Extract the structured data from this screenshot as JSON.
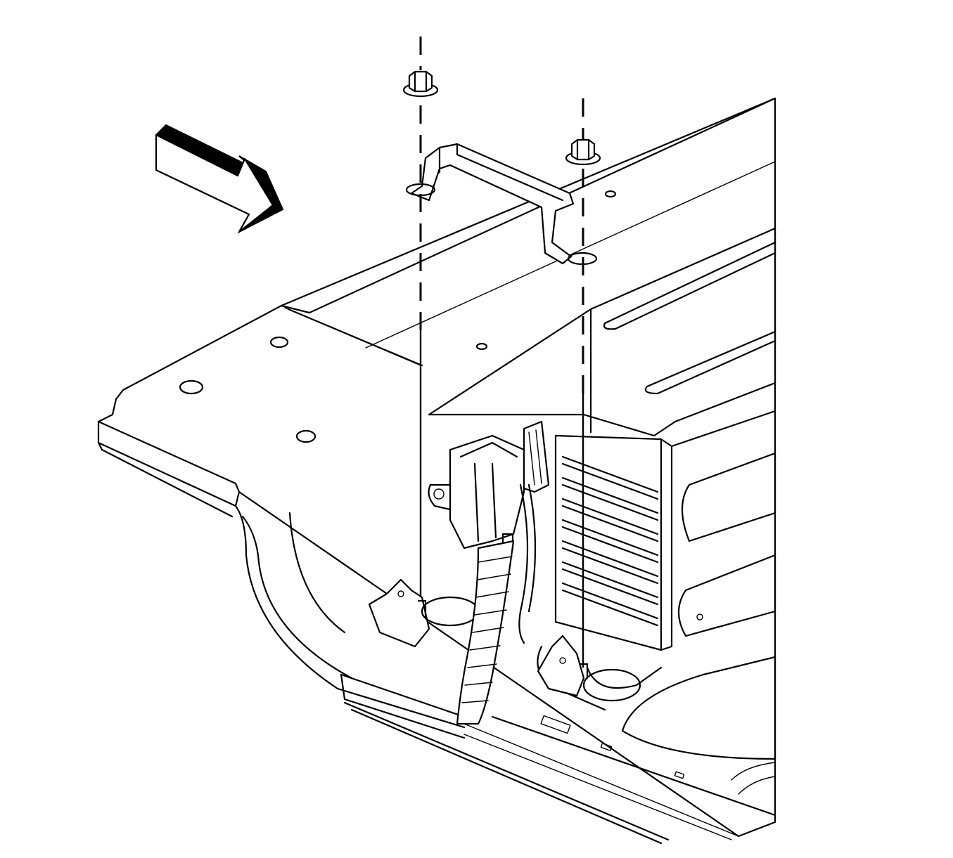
{
  "figure": {
    "type": "exploded-assembly-line-drawing",
    "palette": {
      "line": "#000000",
      "background": "#ffffff"
    },
    "parts": [
      {
        "id": "mounting-nut-left",
        "icon": "flange-nut-icon"
      },
      {
        "id": "mounting-nut-right",
        "icon": "flange-nut-icon"
      },
      {
        "id": "hold-down-bracket",
        "icon": "bracket-icon"
      },
      {
        "id": "module-housing",
        "icon": "module-box-icon"
      },
      {
        "id": "wiring-harness-connector",
        "icon": "connector-icon"
      },
      {
        "id": "tray-panel",
        "icon": "panel-icon"
      }
    ],
    "indicators": [
      {
        "id": "direction-arrow",
        "icon": "direction-arrow-icon"
      }
    ]
  }
}
